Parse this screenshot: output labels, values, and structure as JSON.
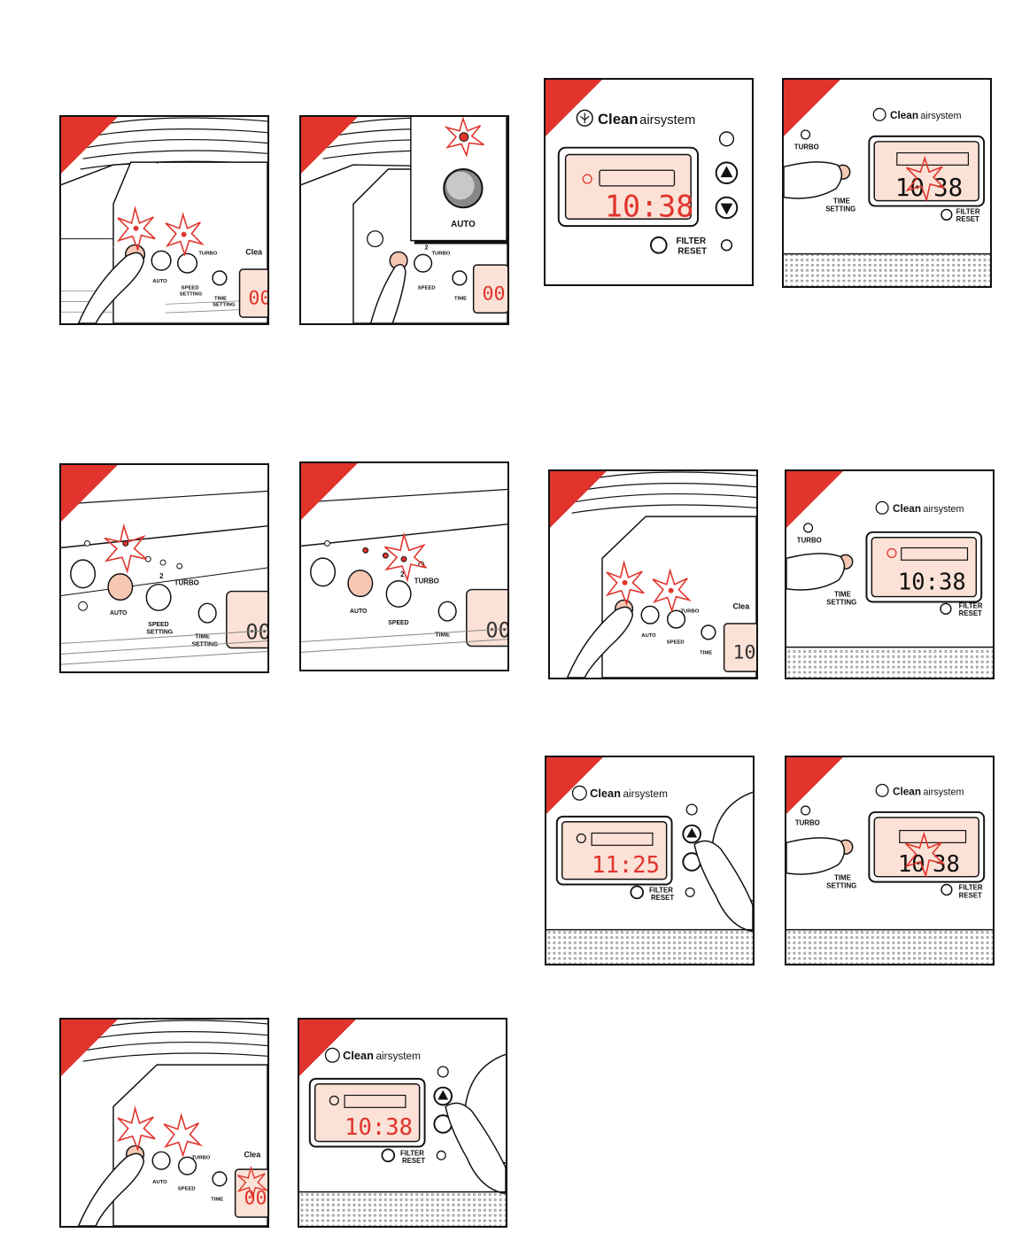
{
  "brand": {
    "clean": "Clean",
    "airsystem": "airsystem",
    "clean_cut": "Clea"
  },
  "labels": {
    "auto": "AUTO",
    "turbo": "TURBO",
    "two": "2",
    "speed_1": "SPEED",
    "speed_2": "SETTING",
    "time_1": "TIME",
    "time_2": "SETTING",
    "filter_1": "FILTER",
    "filter_2": "RESET"
  },
  "lcd": {
    "time_main": "10:38",
    "time_set": "11:25",
    "partial_00": "00",
    "partial_10": "10",
    "split_left": "10",
    "split_right": "38"
  },
  "colors": {
    "accent": "#e0342c",
    "lcd_bg": "#fbe1d6",
    "button_pressed": "#f6c8b4",
    "ink": "#111111"
  }
}
